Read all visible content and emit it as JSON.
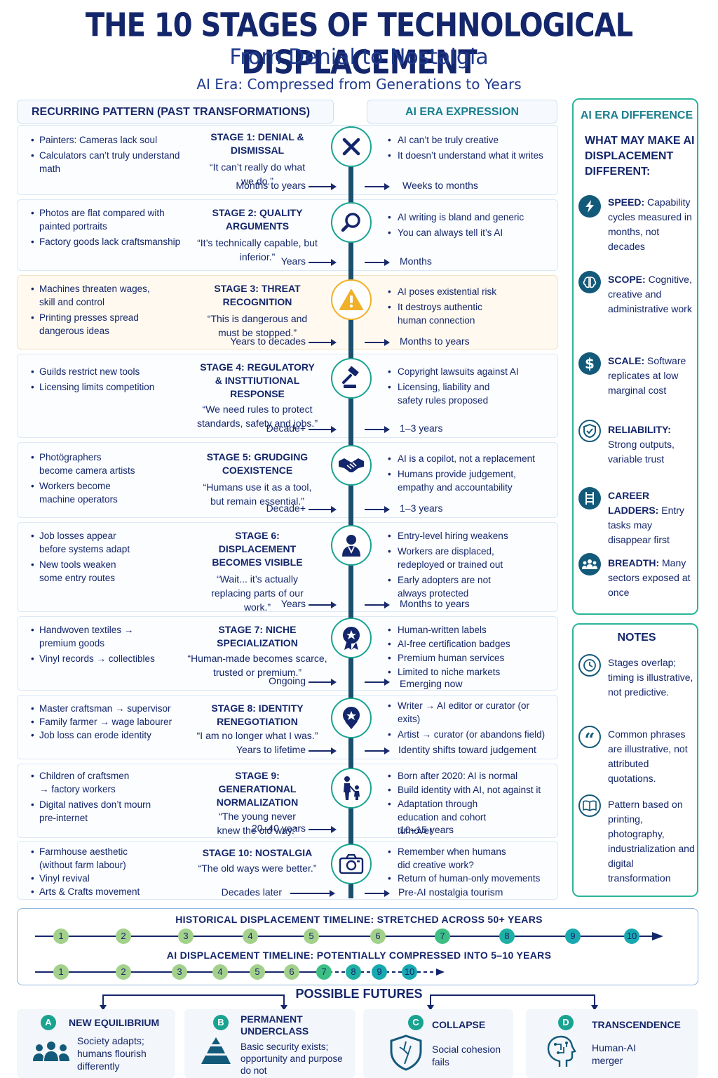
{
  "header": {
    "title": "THE 10 STAGES OF TECHNOLOGICAL DISPLACEMENT",
    "subtitle": "From Denial to Nostalgia",
    "tagline": "AI Era: Compressed from Generations to Years"
  },
  "columns": {
    "left": "RECURRING PATTERN (PAST TRANSFORMATIONS)",
    "right": "AI ERA EXPRESSION"
  },
  "stages": [
    {
      "name": "STAGE 1: DENIAL & DISMISSAL",
      "quote": "“It can’t really do what we do.”",
      "icon": "x-icon",
      "past": [
        "Painters: Cameras lack soul",
        "Calculators can’t truly understand math"
      ],
      "ai": [
        "AI can’t be truly creative",
        "It doesn’t understand what it writes"
      ],
      "past_time": "Months to years",
      "ai_time": "Weeks to months"
    },
    {
      "name": "STAGE 2: QUALITY ARGUMENTS",
      "quote": "“It’s technically capable, but inferior.”",
      "icon": "magnifier-icon",
      "past": [
        "Photos are flat compared with painted portraits",
        "Factory goods lack craftsmanship"
      ],
      "ai": [
        "AI writing is bland and generic",
        "You can always tell it’s AI"
      ],
      "past_time": "Years",
      "ai_time": "Months"
    },
    {
      "name": "STAGE 3: THREAT RECOGNITION",
      "quote": "“This is dangerous and must be stopped.”",
      "icon": "warning-icon",
      "past": [
        "Machines threaten wages, skill and control",
        "Printing presses spread dangerous ideas"
      ],
      "ai": [
        "AI poses existential risk",
        "It destroys authentic human connection"
      ],
      "past_time": "Years to decades",
      "ai_time": "Months to years"
    },
    {
      "name": "STAGE 4: REGULATORY & INSTTIUTIONAL RESPONSE",
      "quote": "“We need rules to protect standards, safety and jobs.”",
      "icon": "gavel-icon",
      "past": [
        "Guilds restrict new tools",
        "Licensing limits competition"
      ],
      "ai": [
        "Copyright lawsuits against AI",
        "Licensing, liability and safety rules proposed"
      ],
      "past_time": "Decade+",
      "ai_time": "1–3 years"
    },
    {
      "name": "STAGE 5: GRUDGING COEXISTENCE",
      "quote": "“Humans use it as a tool, but remain essential.”",
      "icon": "handshake-icon",
      "past": [
        "Photögraphers become camera artists",
        "Workers become machine operators"
      ],
      "ai": [
        "AI is a copilot, not a replacement",
        "Humans provide judgement, empathy and accountability"
      ],
      "past_time": "Decade+",
      "ai_time": "1–3 years"
    },
    {
      "name": "STAGE 6: DISPLACEMENT BECOMES VISIBLE",
      "quote": "“Wait... it’s actually replacing parts of our work.”",
      "icon": "worker-icon",
      "past": [
        "Job losses appear before systems adapt",
        "New tools weaken some entry routes"
      ],
      "ai": [
        "Entry-level hiring weakens",
        "Workers are displaced, redeployed or trained out",
        "Early adopters are not always protected"
      ],
      "past_time": "Years",
      "ai_time": "Months to years"
    },
    {
      "name": "STAGE 7: NICHE SPECIALIZATION",
      "quote": "“Human-made becomes scarce, trusted or premium.”",
      "icon": "badge-icon",
      "past": [
        "Handwoven textiles → premium goods",
        "Vinyl records → collectibles"
      ],
      "ai": [
        "Human-written labels",
        "AI-free certification badges",
        "Premium human services",
        "Limited to niche markets"
      ],
      "past_time": "Ongoing",
      "ai_time": "Emerging now"
    },
    {
      "name": "STAGE 8: IDENTITY RENEGOTIATION",
      "quote": "“I am no longer what I was.”",
      "icon": "identity-icon",
      "past": [
        "Master craftsman → supervisor",
        "Family farmer → wage labourer",
        "Job loss can erode identity"
      ],
      "ai": [
        "Writer → AI editor or curator (or exits)",
        "Artist → curator (or abandons field)"
      ],
      "past_time": "Years to lifetime",
      "ai_time": "Identity shifts toward judgement"
    },
    {
      "name": "STAGE 9: GENERATIONAL NORMALIZATION",
      "quote": "“The young never knew the old way.”",
      "icon": "parent-child-icon",
      "past": [
        "Children of craftsmen → factory workers",
        "Digital natives don’t mourn pre-internet"
      ],
      "ai": [
        "Born after 2020: AI is normal",
        "Build identity with AI, not against it",
        "Adaptation through education and cohort turnover"
      ],
      "past_time": "20–40 years",
      "ai_time": "10–15 years"
    },
    {
      "name": "STAGE 10: NOSTALGIA",
      "quote": "“The old ways were better.”",
      "icon": "camera-icon",
      "past": [
        "Farmhouse aesthetic (without farm labour)",
        "Vinyl revival",
        "Arts & Crafts movement"
      ],
      "ai": [
        "Remember when humans did creative work?",
        "Return of human-only movements"
      ],
      "past_time": "Decades later",
      "ai_time": "Pre-AI nostalgia tourism"
    }
  ],
  "difference": {
    "title": "AI ERA DIFFERENCE",
    "subtitle": "WHAT MAY MAKE AI DISPLACEMENT DIFFERENT:",
    "items": [
      {
        "label": "SPEED:",
        "text": "Capability cycles measured in months, not decades",
        "icon": "lightning-icon"
      },
      {
        "label": "SCOPE:",
        "text": "Cognitive, creative and administrative work",
        "icon": "brain-icon"
      },
      {
        "label": "SCALE:",
        "text": "Software replicates at low marginal cost",
        "icon": "dollar-icon"
      },
      {
        "label": "RELIABILITY:",
        "text": "Strong outputs, variable trust",
        "icon": "shield-icon"
      },
      {
        "label": "CAREER LADDERS:",
        "text": "Entry tasks may disappear first",
        "icon": "ladder-icon"
      },
      {
        "label": "BREADTH:",
        "text": "Many sectors exposed at once",
        "icon": "people-icon"
      }
    ]
  },
  "notes": {
    "title": "NOTES",
    "items": [
      {
        "text": "Stages overlap; timing is illustrative, not predictive.",
        "icon": "clock-icon"
      },
      {
        "text": "Common phrases are illustrative, not attributed quotations.",
        "icon": "quote-icon"
      },
      {
        "text": "Pattern based on printing, photography, industrialization and digital transformation",
        "icon": "book-icon"
      }
    ]
  },
  "timelines": {
    "historical_title": "HISTORICAL DISPLACEMENT TIMELINE: STRETCHED ACROSS 50+ YEARS",
    "ai_title": "AI DISPLACEMENT TIMELINE: POTENTIALLY COMPRESSED INTO 5–10 YEARS",
    "labels": [
      "1",
      "2",
      "3",
      "4",
      "5",
      "6",
      "7",
      "8",
      "9",
      "10"
    ]
  },
  "futures": {
    "title": "POSSIBLE FUTURES",
    "items": [
      {
        "letter": "A",
        "name": "NEW EQUILIBRIUM",
        "desc": "Society adapts; humans flourish differently",
        "icon": "community-icon"
      },
      {
        "letter": "B",
        "name": "PERMANENT UNDERCLASS",
        "desc": "Basic security exists; opportunity and purpose do not",
        "icon": "pyramid-icon"
      },
      {
        "letter": "C",
        "name": "COLLAPSE",
        "desc": "Social cohesion fails",
        "icon": "cracked-shield-icon"
      },
      {
        "letter": "D",
        "name": "TRANSCENDENCE",
        "desc": "Human-AI merger",
        "icon": "circuit-head-icon"
      }
    ]
  },
  "colors": {
    "navy": "#14266b",
    "teal": "#1aa391",
    "warning": "#f0b027",
    "spine": "#1b4f6e"
  }
}
